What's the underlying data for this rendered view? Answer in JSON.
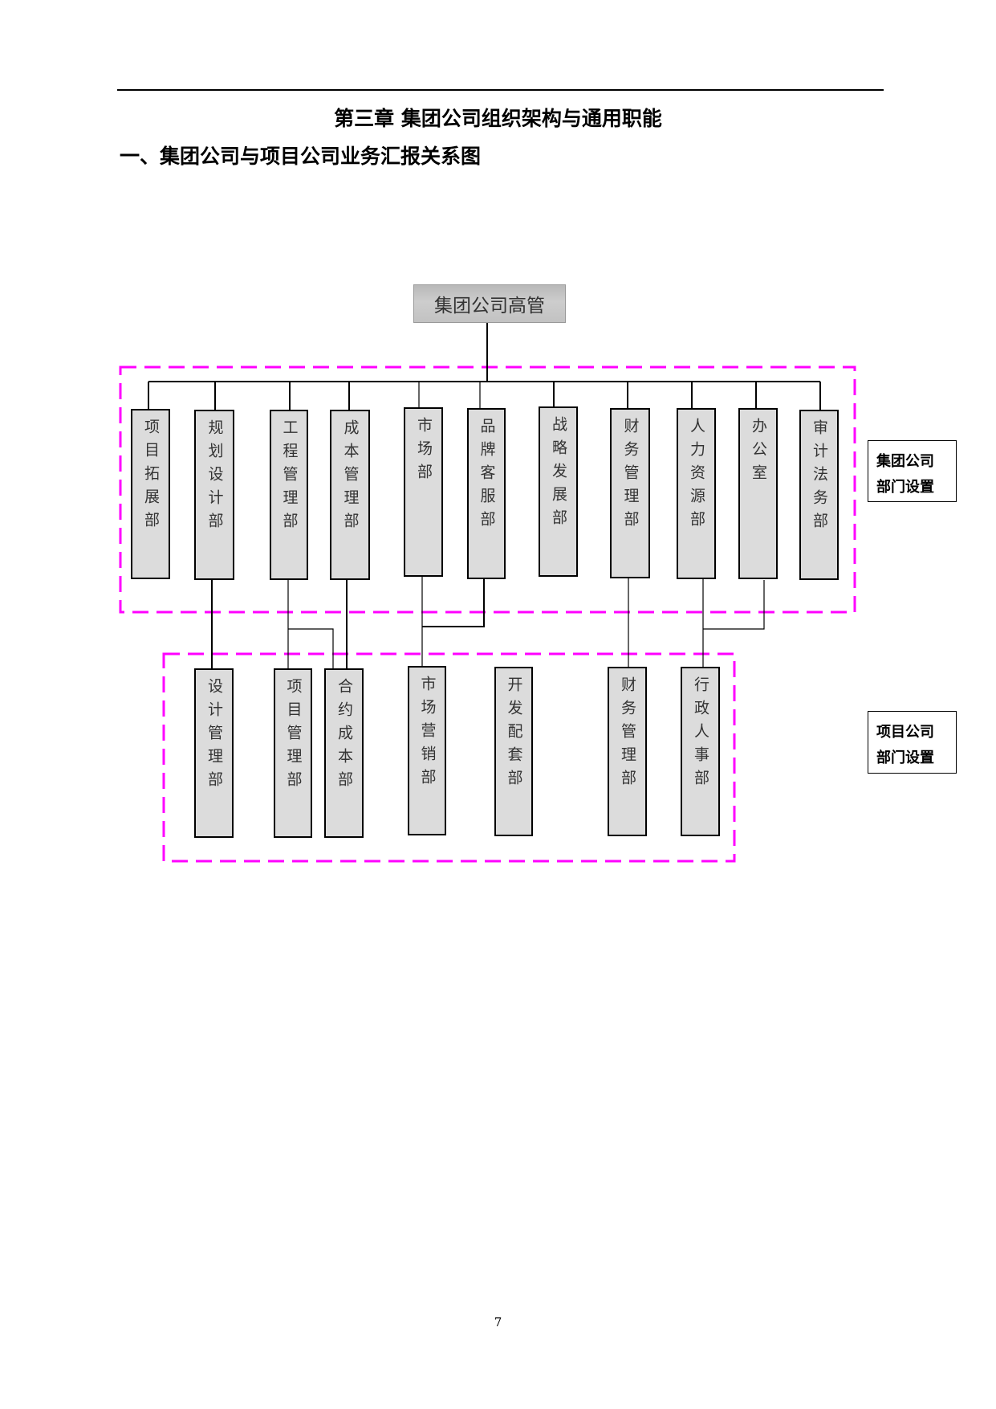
{
  "chapter_title": "第三章  集团公司组织架构与通用职能",
  "section_title": "一、集团公司与项目公司业务汇报关系图",
  "diagram": {
    "top": "集团公司高管",
    "group_departments": [
      "项目拓展部",
      "规划设计部",
      "工程管理部",
      "成本管理部",
      "市场部",
      "品牌客服部",
      "战略发展部",
      "财务管理部",
      "人力资源部",
      "办公室",
      "审计法务部"
    ],
    "project_departments": [
      "设计管理部",
      "项目管理部",
      "合约成本部",
      "市场营销部",
      "开发配套部",
      "财务管理部",
      "行政人事部"
    ],
    "group_label": [
      "集团公司",
      "部门设置"
    ],
    "project_label": [
      "项目公司",
      "部门设置"
    ],
    "colors": {
      "dashed_border": "#ff00ff",
      "box_fill": "#dcdcdc",
      "top_box_fill": "#c4c4c4"
    }
  },
  "page_number": "7"
}
